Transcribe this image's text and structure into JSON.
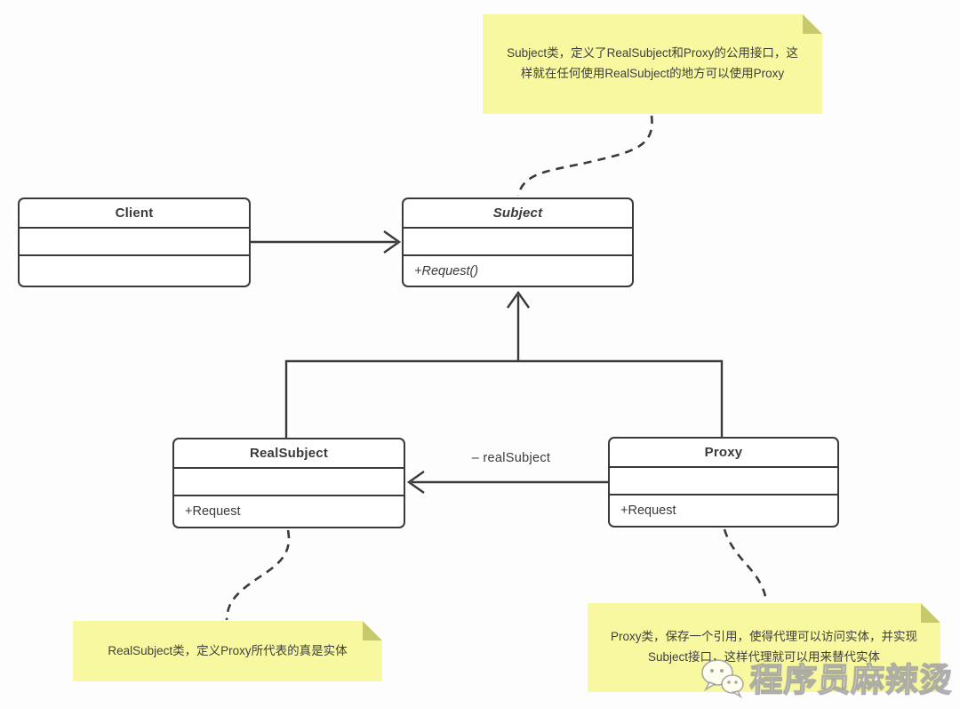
{
  "classes": {
    "client": {
      "name": "Client",
      "attributes": "",
      "methods": ""
    },
    "subject": {
      "name": "Subject",
      "attributes": "",
      "methods": "+Request()",
      "abstract": true
    },
    "real_subject": {
      "name": "RealSubject",
      "attributes": "",
      "methods": "+Request"
    },
    "proxy": {
      "name": "Proxy",
      "attributes": "",
      "methods": "+Request"
    }
  },
  "edges": {
    "association_label": "– realSubject"
  },
  "notes": {
    "subject": "Subject类，定义了RealSubject和Proxy的公用接口，这样就在任何使用RealSubject的地方可以使用Proxy",
    "real_subject": "RealSubject类，定义Proxy所代表的真是实体",
    "proxy": "Proxy类，保存一个引用，使得代理可以访问实体，并实现Subject接口，这样代理就可以用来替代实体"
  },
  "watermark": {
    "text": "程序员麻辣烫",
    "icon": "wechat-chat-bubbles-icon"
  },
  "colors": {
    "line": "#3a3a3a",
    "note_bg": "#f7f89f",
    "note_fold": "#c6ca6b"
  }
}
